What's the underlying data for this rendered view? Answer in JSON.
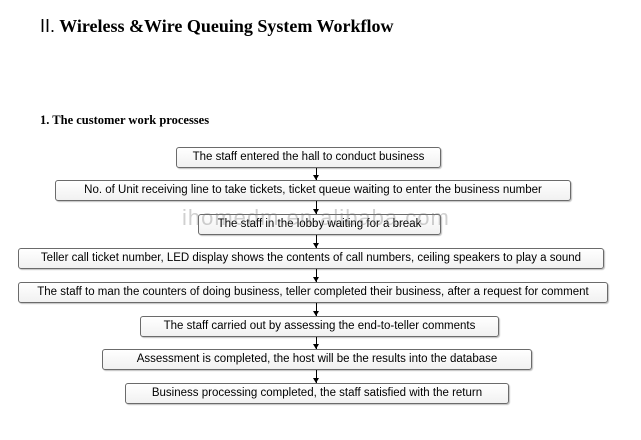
{
  "header": {
    "number": "II.",
    "title": "Wireless &Wire Queuing System Workflow"
  },
  "section": {
    "title": "1. The customer work processes"
  },
  "steps": [
    "The staff entered the hall to conduct business",
    "No. of Unit receiving line to take tickets, ticket queue waiting to enter the business number",
    "The staff in the lobby waiting for a break",
    "Teller call ticket number, LED display shows the contents of call numbers, ceiling speakers to play a sound",
    "The staff to man the counters of doing business, teller completed their business, after a request for comment",
    "The staff carried out by assessing the end-to-teller comments",
    "Assessment is completed, the host will be the results into the database",
    "Business processing completed, the staff satisfied with the return"
  ],
  "watermark": "ihomedm.en.alibaba.com"
}
